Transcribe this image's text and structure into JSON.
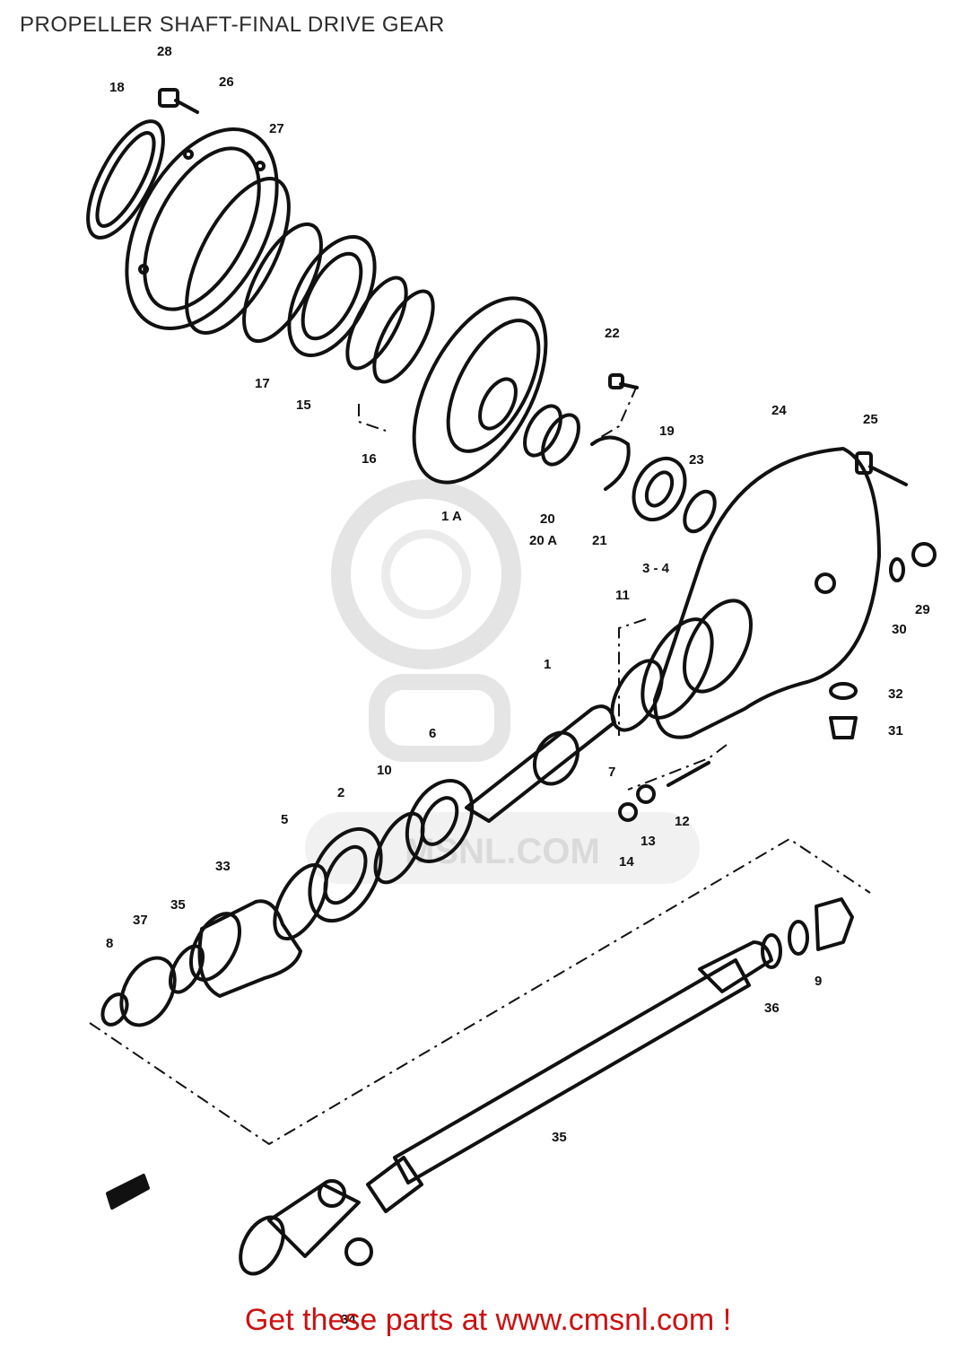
{
  "title": "PROPELLER SHAFT-FINAL DRIVE GEAR",
  "footer_link": "Get these parts at www.cmsnl.com !",
  "watermark": {
    "text": "MSNL.COM",
    "color": "#c9c9c9"
  },
  "line_color": "#111111",
  "parts": [
    {
      "ref": "28"
    },
    {
      "ref": "18"
    },
    {
      "ref": "26"
    },
    {
      "ref": "27"
    },
    {
      "ref": "17"
    },
    {
      "ref": "15"
    },
    {
      "ref": "16"
    },
    {
      "ref": "1 A"
    },
    {
      "ref": "20"
    },
    {
      "ref": "20 A"
    },
    {
      "ref": "21"
    },
    {
      "ref": "22"
    },
    {
      "ref": "19"
    },
    {
      "ref": "23"
    },
    {
      "ref": "24"
    },
    {
      "ref": "25"
    },
    {
      "ref": "29"
    },
    {
      "ref": "30"
    },
    {
      "ref": "32"
    },
    {
      "ref": "31"
    },
    {
      "ref": "3 - 4"
    },
    {
      "ref": "11"
    },
    {
      "ref": "1"
    },
    {
      "ref": "7"
    },
    {
      "ref": "12"
    },
    {
      "ref": "13"
    },
    {
      "ref": "14"
    },
    {
      "ref": "6"
    },
    {
      "ref": "10"
    },
    {
      "ref": "2"
    },
    {
      "ref": "5"
    },
    {
      "ref": "33"
    },
    {
      "ref": "37"
    },
    {
      "ref": "35"
    },
    {
      "ref": "8"
    },
    {
      "ref": "36"
    },
    {
      "ref": "9"
    },
    {
      "ref": "35"
    },
    {
      "ref": "34"
    }
  ]
}
